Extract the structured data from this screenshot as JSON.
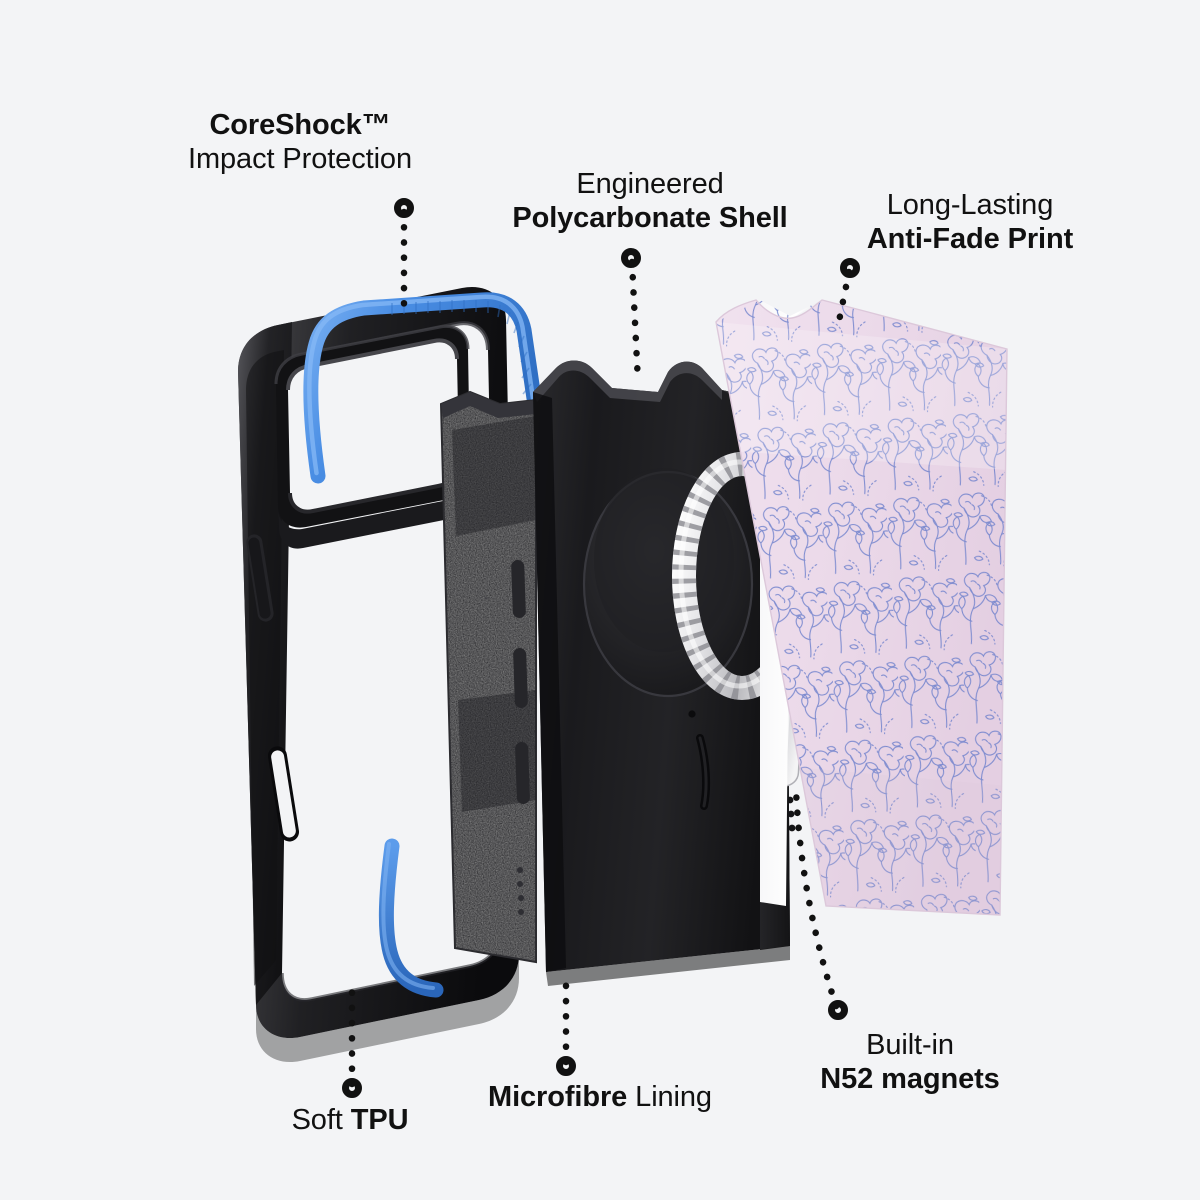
{
  "page": {
    "background_color": "#f3f4f6",
    "text_color": "#111111",
    "title": "Phone Case Exploded Feature Diagram"
  },
  "callouts": [
    {
      "id": "coreshock",
      "line1": "CoreShock™",
      "line2": "Impact Protection",
      "line1_weight": "bold",
      "line2_weight": "regular",
      "marker": "ring-top",
      "target": "blue-impact-rail"
    },
    {
      "id": "shell",
      "line1": "Engineered",
      "line2": "Polycarbonate Shell",
      "line1_weight": "regular",
      "line2_weight": "bold",
      "marker": "ring-top",
      "target": "polycarbonate-shell"
    },
    {
      "id": "print",
      "line1": "Long-Lasting",
      "line2": "Anti-Fade Print",
      "line1_weight": "regular",
      "line2_weight": "bold",
      "marker": "ring-top",
      "target": "printed-back-panel"
    },
    {
      "id": "tpu",
      "line1": "Soft ",
      "line1_bold_tail": "TPU",
      "line1_weight": "regular",
      "marker": "ring-bottom",
      "target": "tpu-bumper"
    },
    {
      "id": "microfibre",
      "line1": "Microfibre",
      "line1_tail": " Lining",
      "line1_weight": "bold",
      "marker": "ring-bottom",
      "target": "microfibre-lining"
    },
    {
      "id": "magnets",
      "line1": "Built-in",
      "line2": "N52 magnets",
      "line1_weight": "regular",
      "line2_weight": "bold",
      "marker": "ring-bottom",
      "target": "magnet-ring"
    }
  ],
  "layers": [
    {
      "name": "tpu-bumper",
      "label": "Soft TPU bumper frame",
      "color": "#1b1b1d"
    },
    {
      "name": "blue-impact-rail",
      "label": "CoreShock impact rail",
      "color": "#4a8ee4"
    },
    {
      "name": "microfibre-lining",
      "label": "Microfibre lining",
      "color": "#121212"
    },
    {
      "name": "polycarbonate-shell",
      "label": "Polycarbonate shell",
      "color": "#1c1c1e"
    },
    {
      "name": "magnet-ring",
      "label": "N52 MagSafe magnet ring",
      "color": "#d8d8da"
    },
    {
      "name": "printed-back-panel",
      "label": "Anti-fade printed back panel",
      "color": "#ecdcea"
    }
  ],
  "print_design": {
    "background_color": "#ecdcea",
    "ink_color": "#6f81cc",
    "motif": "floral toile"
  },
  "colors": {
    "accent_blue": "#4a8ee4",
    "case_black": "#1b1b1d",
    "magnet_silver": "#dcdcde",
    "print_pink": "#ecdcea",
    "print_ink": "#6f81cc",
    "background": "#f3f4f6",
    "leader_dot": "#111111"
  }
}
